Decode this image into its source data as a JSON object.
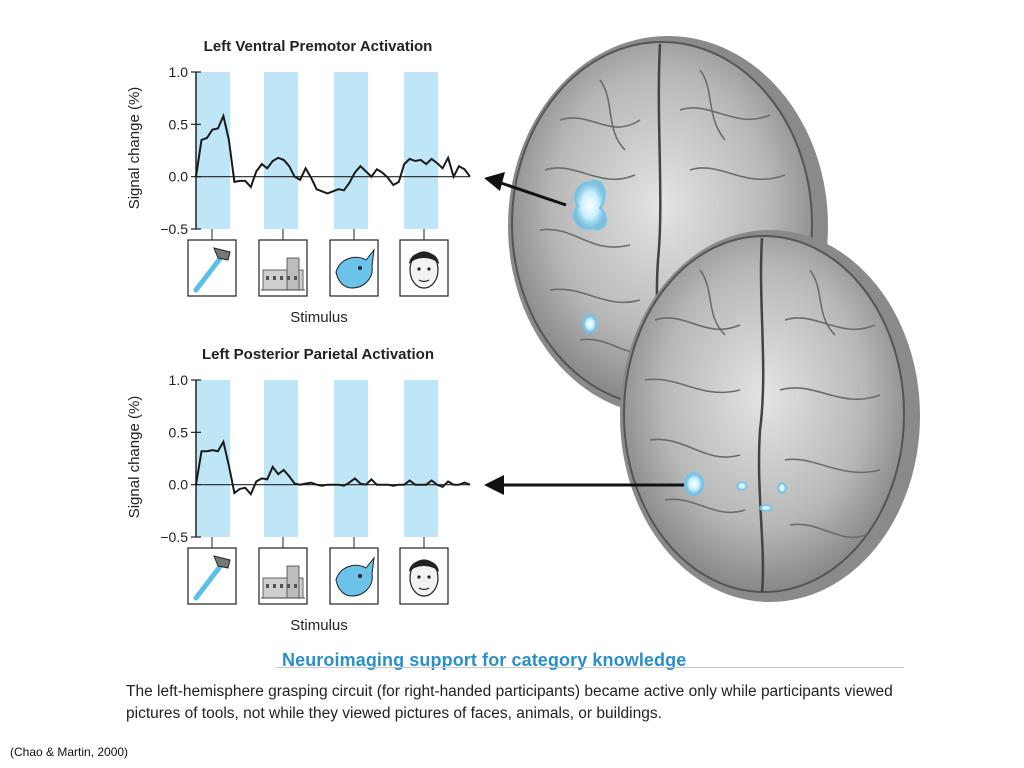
{
  "chart_data": [
    {
      "type": "line",
      "title": "Left Ventral Premotor Activation",
      "ylabel": "Signal change (%)",
      "xlabel": "Stimulus",
      "ylim": [
        -0.5,
        1.0
      ],
      "yticks": [
        "1.0",
        "0.5",
        "0.0",
        "−0.5"
      ],
      "ytick_values": [
        1.0,
        0.5,
        0.0,
        -0.5
      ],
      "stimulus_blocks": [
        "tools",
        "buildings",
        "animals",
        "faces"
      ],
      "block_color": "#bfe6f7",
      "values": [
        0.0,
        0.35,
        0.37,
        0.45,
        0.46,
        0.58,
        0.35,
        -0.05,
        -0.04,
        -0.04,
        -0.1,
        0.05,
        0.12,
        0.08,
        0.15,
        0.18,
        0.16,
        0.1,
        0.0,
        -0.03,
        0.08,
        -0.01,
        -0.12,
        -0.14,
        -0.16,
        -0.14,
        -0.12,
        -0.13,
        -0.06,
        0.04,
        0.1,
        0.05,
        0.0,
        0.07,
        0.04,
        -0.01,
        -0.08,
        -0.05,
        0.12,
        0.17,
        0.15,
        0.16,
        0.12,
        0.17,
        0.13,
        0.08,
        0.18,
        0.0,
        0.1,
        0.07,
        0.0
      ]
    },
    {
      "type": "line",
      "title": "Left Posterior Parietal Activation",
      "ylabel": "Signal change (%)",
      "xlabel": "Stimulus",
      "ylim": [
        -0.5,
        1.0
      ],
      "yticks": [
        "1.0",
        "0.5",
        "0.0",
        "−0.5"
      ],
      "ytick_values": [
        1.0,
        0.5,
        0.0,
        -0.5
      ],
      "stimulus_blocks": [
        "tools",
        "buildings",
        "animals",
        "faces"
      ],
      "block_color": "#bfe6f7",
      "values": [
        0.0,
        0.32,
        0.32,
        0.33,
        0.32,
        0.41,
        0.18,
        -0.08,
        -0.04,
        -0.03,
        -0.09,
        0.03,
        0.06,
        0.05,
        0.17,
        0.1,
        0.14,
        0.08,
        0.01,
        0.0,
        0.01,
        0.02,
        0.0,
        -0.01,
        0.0,
        0.0,
        0.0,
        -0.01,
        0.02,
        0.06,
        0.01,
        0.0,
        0.05,
        0.0,
        0.0,
        0.0,
        -0.01,
        0.0,
        0.0,
        0.04,
        0.0,
        0.0,
        0.0,
        0.04,
        0.0,
        -0.02,
        0.03,
        0.0,
        0.0,
        0.02,
        0.0
      ]
    }
  ],
  "section_title": "Neuroimaging support for category knowledge",
  "caption": "The left-hemisphere grasping circuit (for right-handed participants) became active only while participants viewed pictures of tools, not while they viewed pictures of faces, animals, or buildings.",
  "citation": "(Chao & Martin, 2000)",
  "colors": {
    "activation_block": "#bfe6f7",
    "trace": "#1a1a1a",
    "brain_fill": "#b9b9b9",
    "brain_outline": "#555555",
    "activation_spot": "#c7f1ff",
    "heading_blue": "#2a8fc9"
  }
}
